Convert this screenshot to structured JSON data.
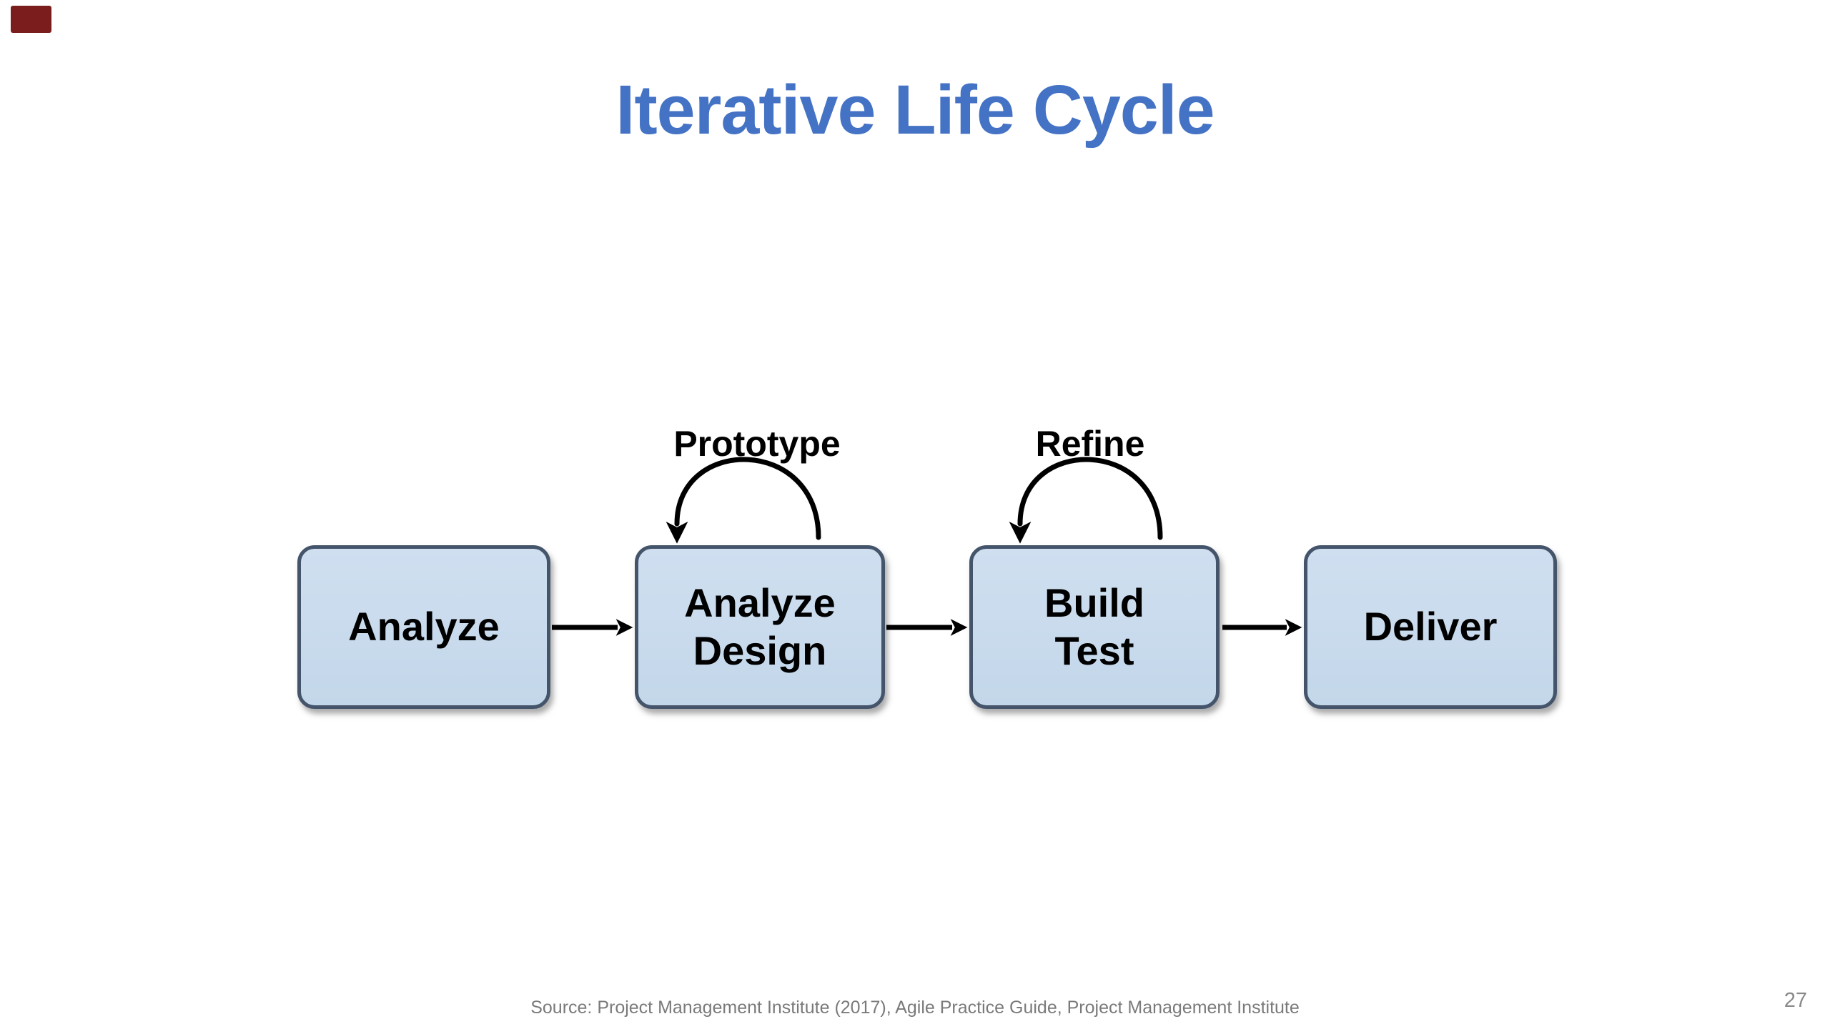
{
  "slide": {
    "title": "Iterative Life Cycle",
    "source_citation": "Source: Project Management Institute (2017), Agile Practice Guide, Project Management Institute",
    "page_number": "27"
  },
  "diagram": {
    "nodes": [
      {
        "label": "Analyze"
      },
      {
        "label": "Analyze\nDesign"
      },
      {
        "label": "Build\nTest"
      },
      {
        "label": "Deliver"
      }
    ],
    "loop_labels": [
      {
        "label": "Prototype"
      },
      {
        "label": "Refine"
      }
    ]
  },
  "colors": {
    "title_blue": "#4472C4",
    "node_fill": "#C7DAEC",
    "node_border": "#44546A",
    "connector_black": "#000000",
    "footer_gray": "#7A7A7A",
    "corner_marker_red": "#7B1D1D"
  }
}
